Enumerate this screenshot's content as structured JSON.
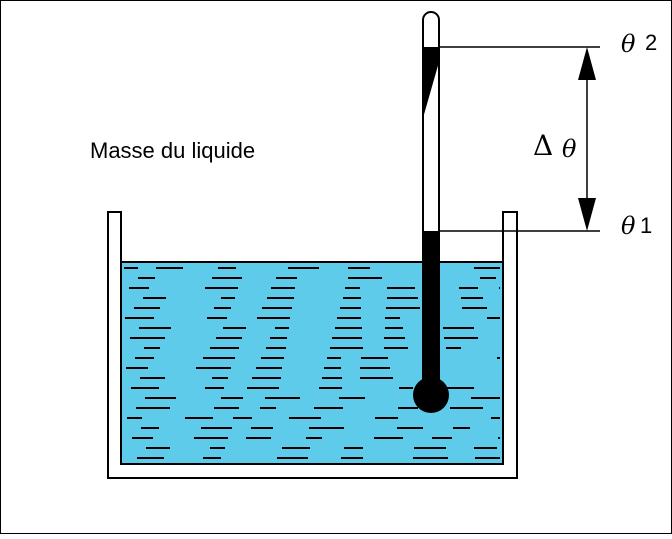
{
  "labels": {
    "mass": "Masse du liquide",
    "theta_symbol": "θ",
    "delta_symbol": "Δ",
    "theta2_index": "2",
    "theta1_index": "1"
  },
  "colors": {
    "liquid": "#5ecbea",
    "ink": "#000000",
    "background": "#ffffff"
  }
}
